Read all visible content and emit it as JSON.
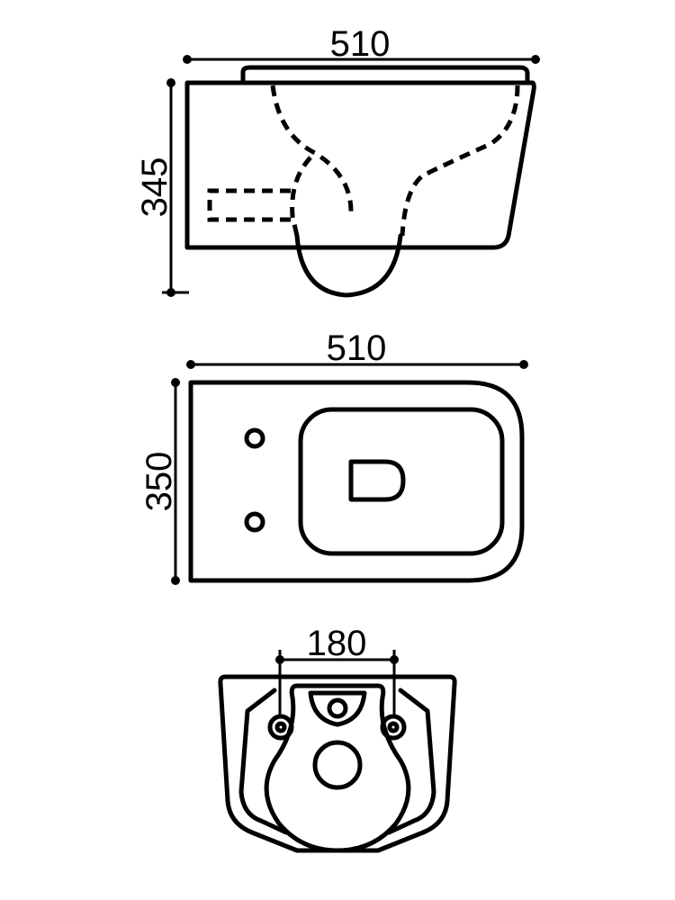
{
  "side_view": {
    "width_label": "510",
    "height_label": "345"
  },
  "top_view": {
    "width_label": "510",
    "depth_label": "350"
  },
  "rear_view": {
    "fixing_distance_label": "180"
  },
  "colors": {
    "line": "#000000",
    "background": "#ffffff"
  }
}
